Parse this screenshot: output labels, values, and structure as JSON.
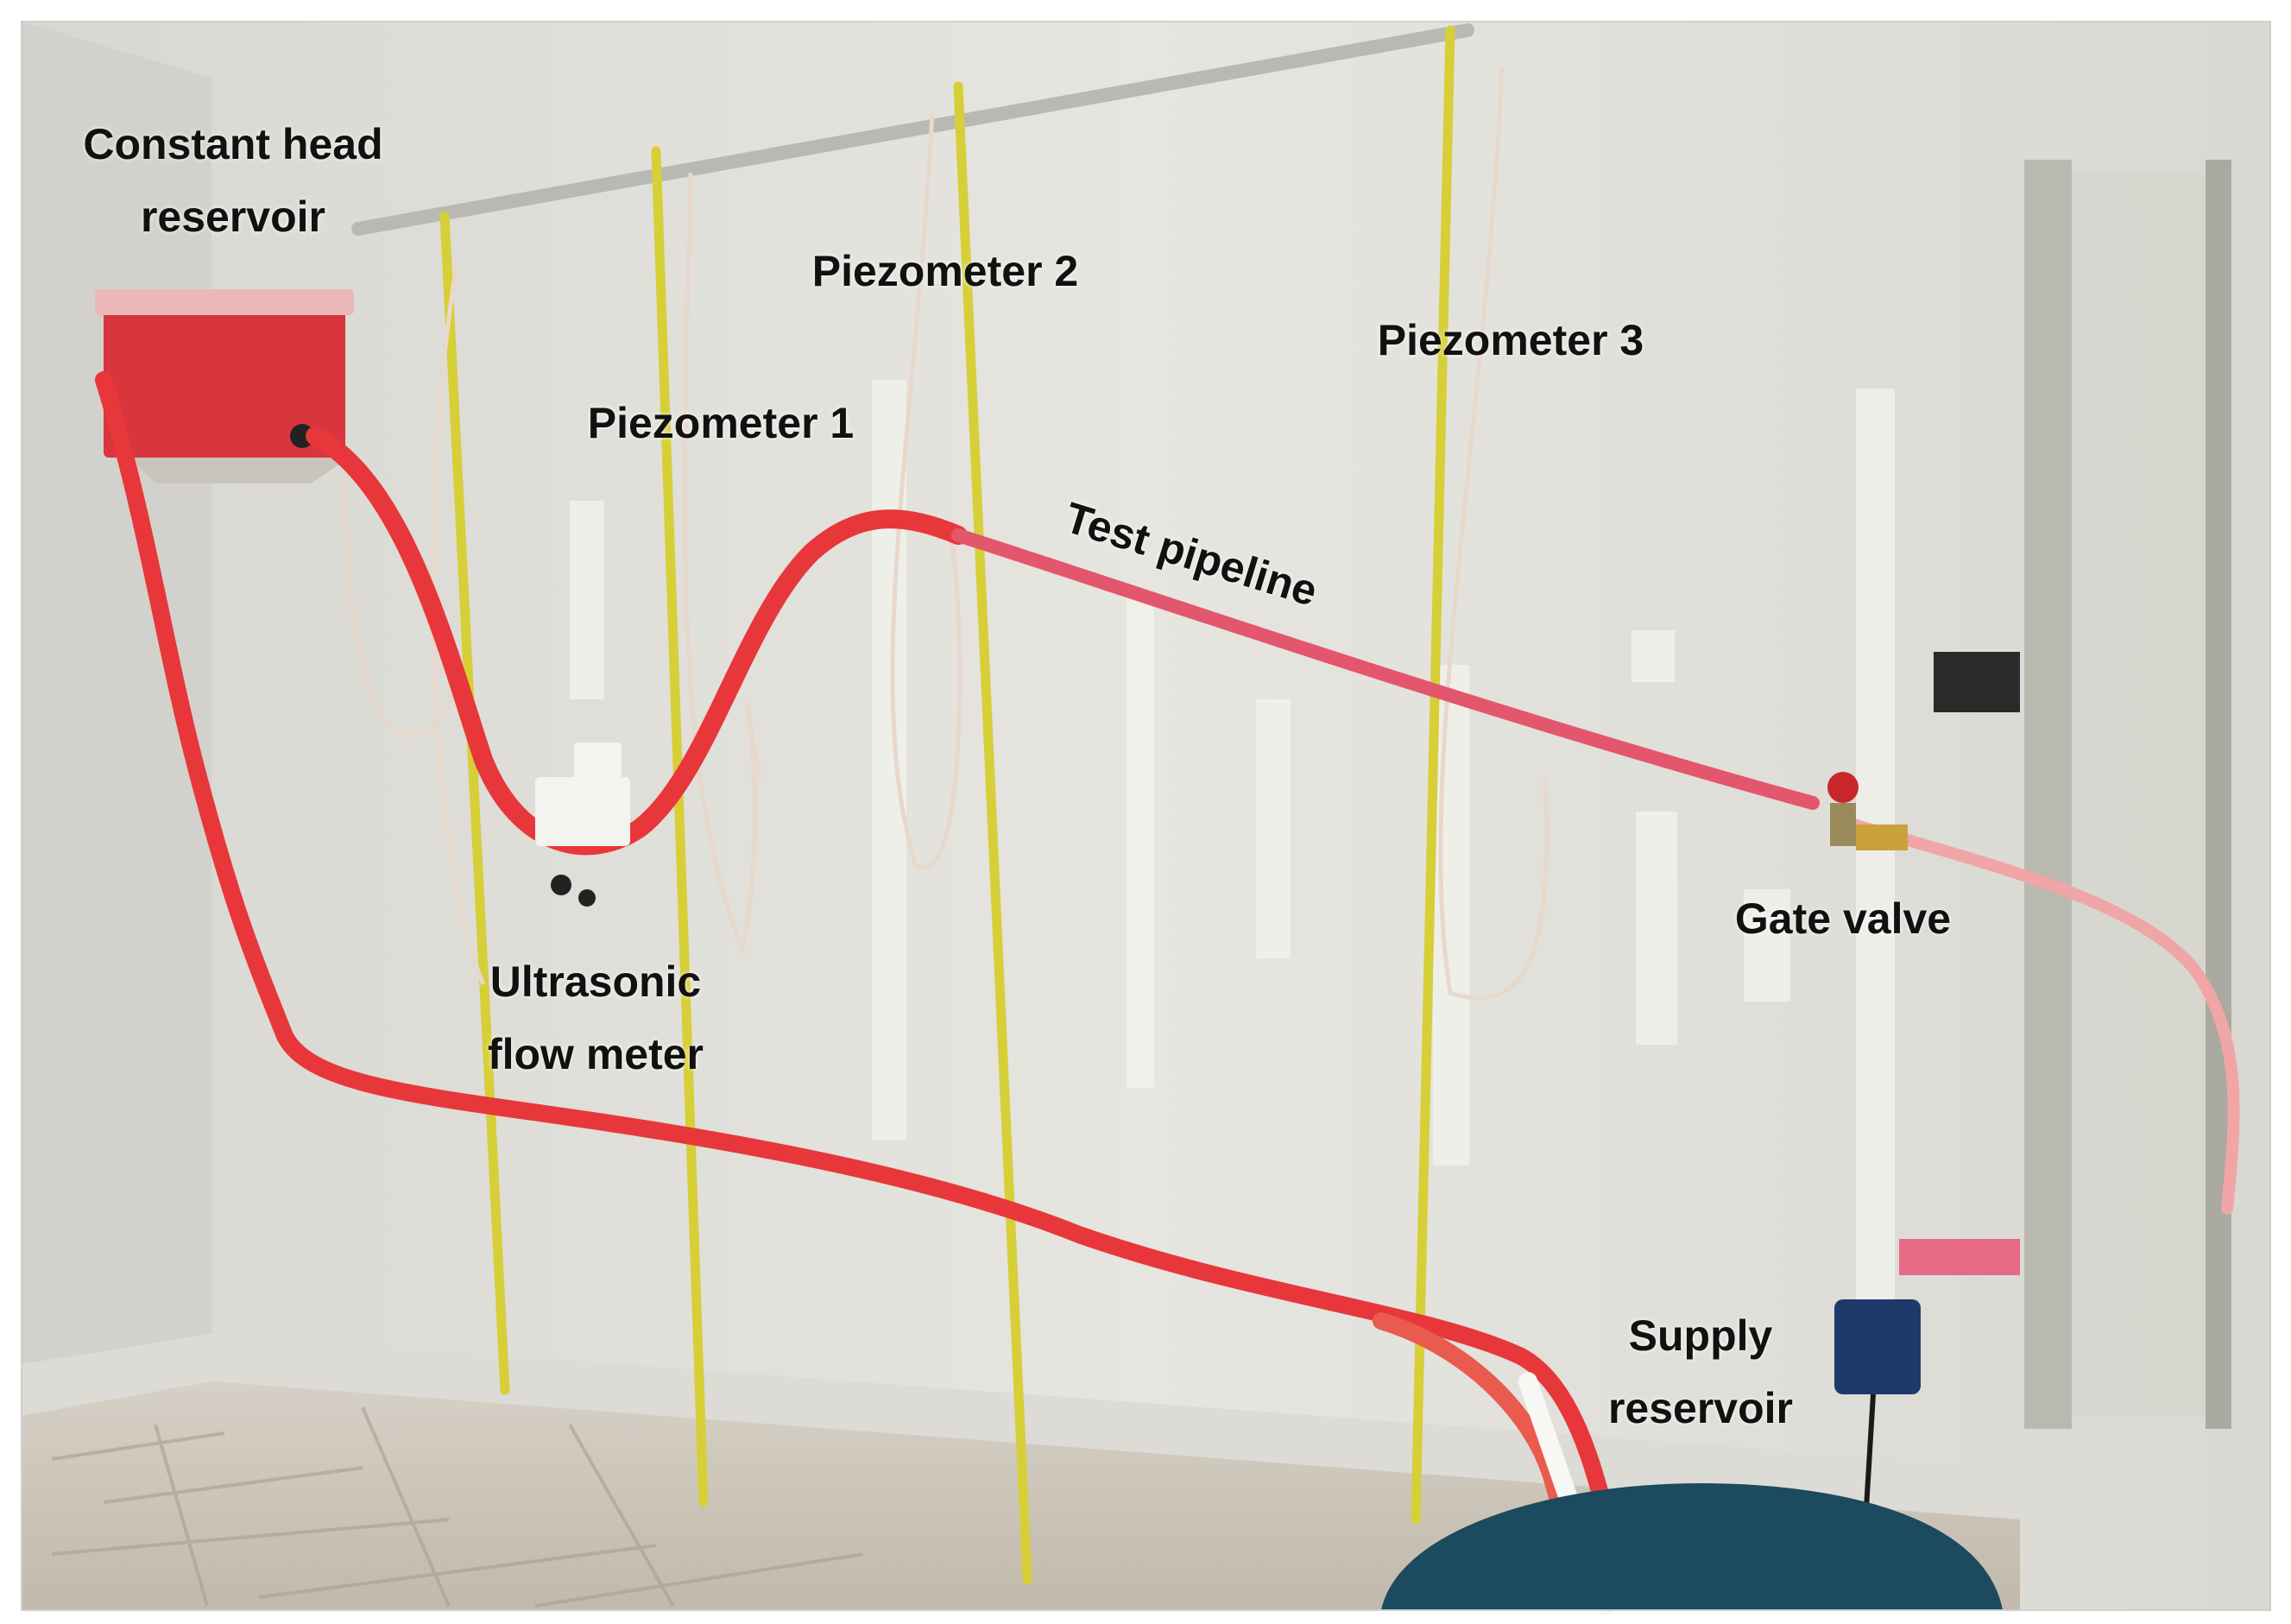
{
  "labels": {
    "constant_head_reservoir": [
      "Constant head",
      "reservoir"
    ],
    "piezometer_1": "Piezometer 1",
    "piezometer_2": "Piezometer 2",
    "piezometer_3": "Piezometer 3",
    "test_pipeline": "Test pipeline",
    "ultrasonic_flow_meter": [
      "Ultrasonic",
      "flow meter"
    ],
    "gate_valve": "Gate valve",
    "supply_reservoir": [
      "Supply",
      "reservoir"
    ]
  },
  "colors": {
    "wall": "#e4e3de",
    "floor": "#cfc8bd",
    "pipe_red": "#e8373a",
    "reservoir_red": "#d8353c",
    "tape_yellow": "#d8d23a",
    "bucket_blue": "#1c4a5e",
    "label_text": "#111111"
  }
}
